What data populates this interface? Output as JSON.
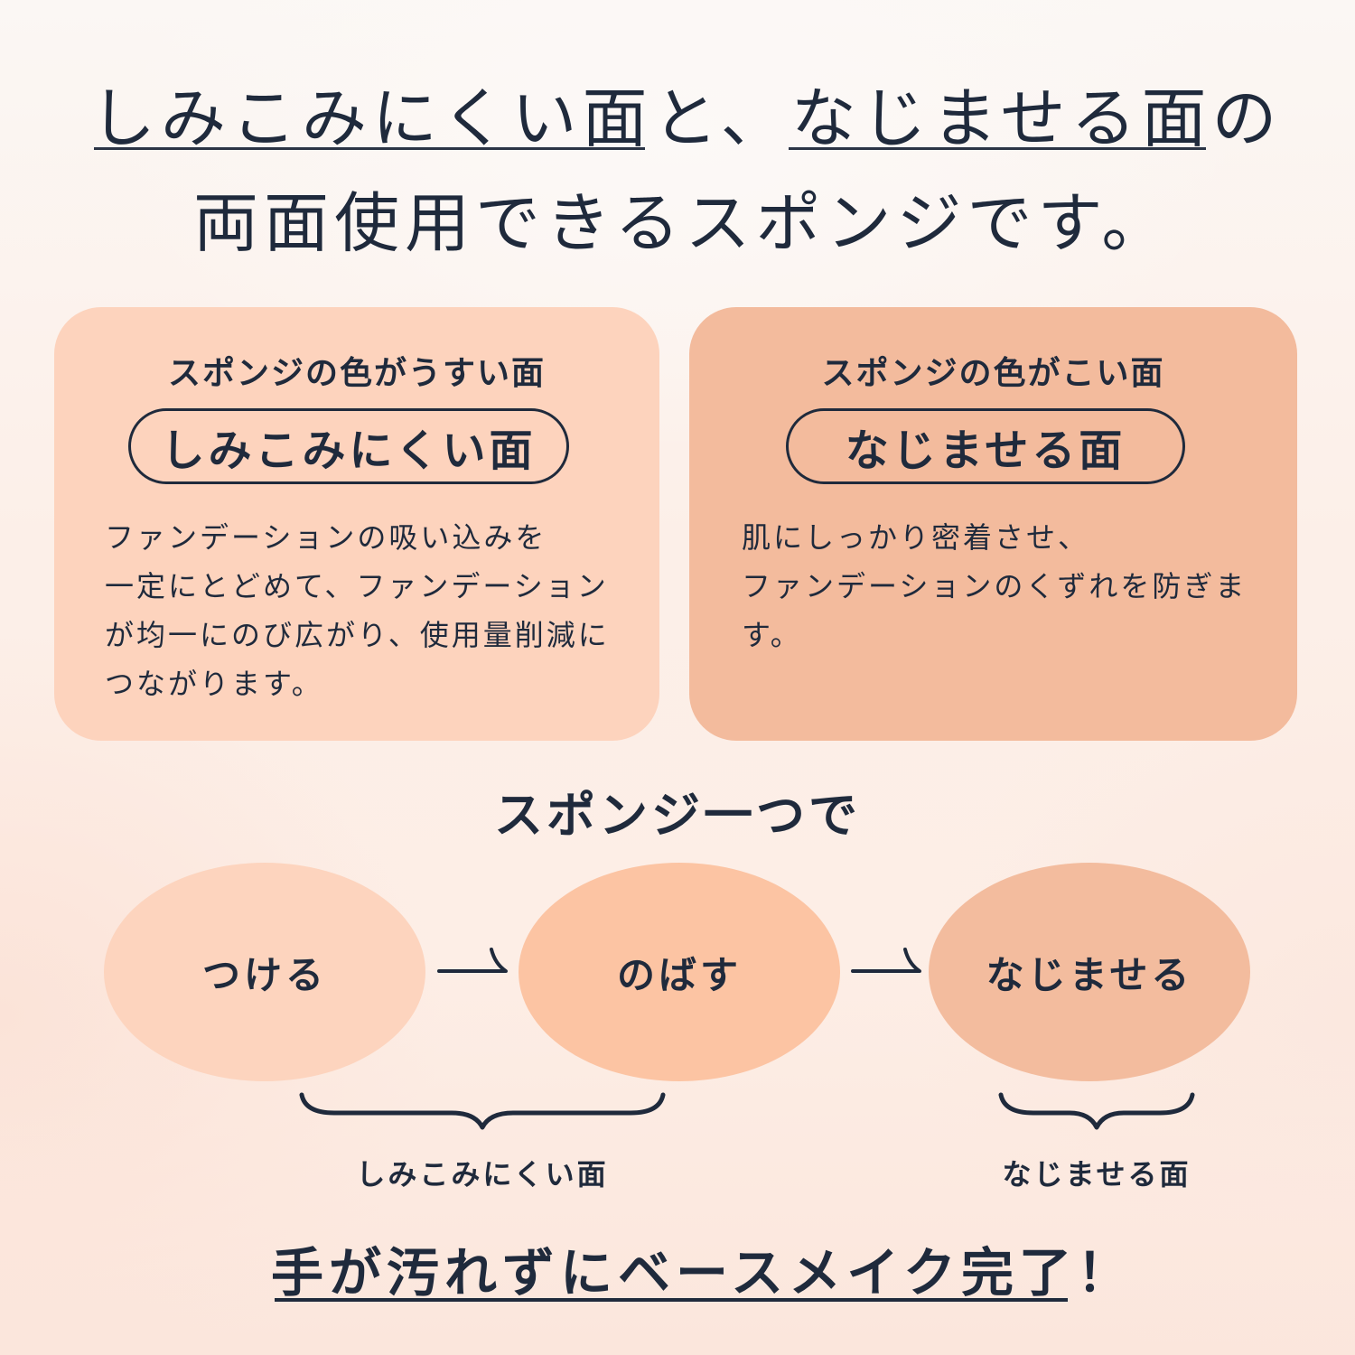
{
  "headline": {
    "line1_part1": "しみこみにくい面",
    "line1_part2": "と、",
    "line1_part3": "なじませる面",
    "line1_part4": "の",
    "line2": "両面使用できるスポンジです。"
  },
  "cards": [
    {
      "subtitle": "スポンジの色がうすい面",
      "pill_label": "しみこみにくい面",
      "body_lines": [
        "ファンデーションの吸い込みを",
        "一定にとどめて、ファンデーション",
        "が均一にのび広がり、使用量削減に",
        "つながります。"
      ],
      "bg_color": "#fdd3bd"
    },
    {
      "subtitle": "スポンジの色がこい面",
      "pill_label": "なじませる面",
      "body_lines": [
        "肌にしっかり密着させ、",
        "ファンデーションのくずれを防ぎま",
        "す。"
      ],
      "bg_color": "#f3bb9d"
    }
  ],
  "steps_section": {
    "title": "スポンジ一つで",
    "steps": [
      {
        "label": "つける",
        "color": "#fdd4be"
      },
      {
        "label": "のばす",
        "color": "#fcc4a3"
      },
      {
        "label": "なじませる",
        "color": "#f3bc9e"
      }
    ],
    "braces": [
      {
        "label": "しみこみにくい面"
      },
      {
        "label": "なじませる面"
      }
    ]
  },
  "footer": {
    "text": "手が汚れずにベースメイク完了！"
  },
  "colors": {
    "text": "#1f2a3c",
    "card_light": "#fdd3bd",
    "card_dark": "#f3bb9d"
  }
}
